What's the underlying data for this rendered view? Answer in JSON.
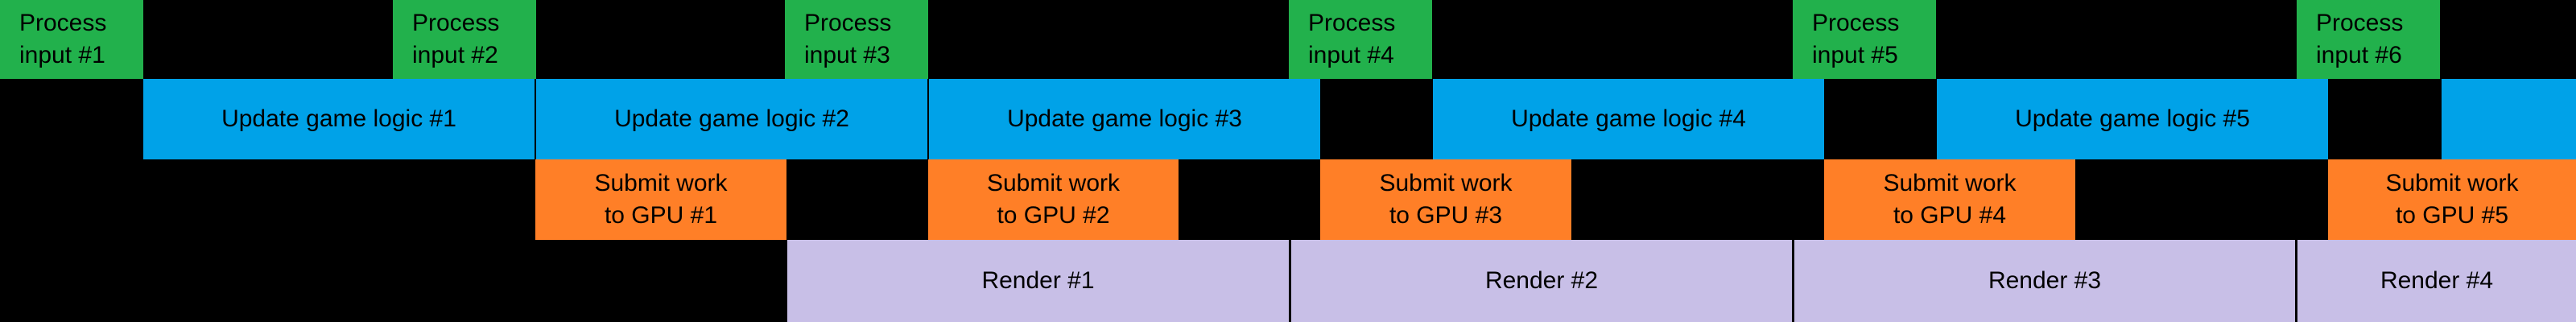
{
  "lanes": {
    "input": [
      "Process\ninput #1",
      "Process\ninput #2",
      "Process\ninput #3",
      "Process\ninput #4",
      "Process\ninput #5",
      "Process\ninput #6"
    ],
    "update": [
      "Update game logic #1",
      "Update game logic #2",
      "Update game logic #3",
      "Update game logic #4",
      "Update game logic #5",
      ""
    ],
    "submit": [
      "Submit work\nto GPU #1",
      "Submit work\nto GPU #2",
      "Submit work\nto GPU #3",
      "Submit work\nto GPU #4",
      "Submit work\nto GPU #5"
    ],
    "render": [
      "Render #1",
      "Render #2",
      "Render #3",
      "Render #4"
    ]
  },
  "colors": {
    "background": "#000000",
    "input": "#22b14c",
    "update": "#00a2e8",
    "submit": "#ff7f27",
    "render": "#c8bfe7",
    "text": "#000000"
  }
}
